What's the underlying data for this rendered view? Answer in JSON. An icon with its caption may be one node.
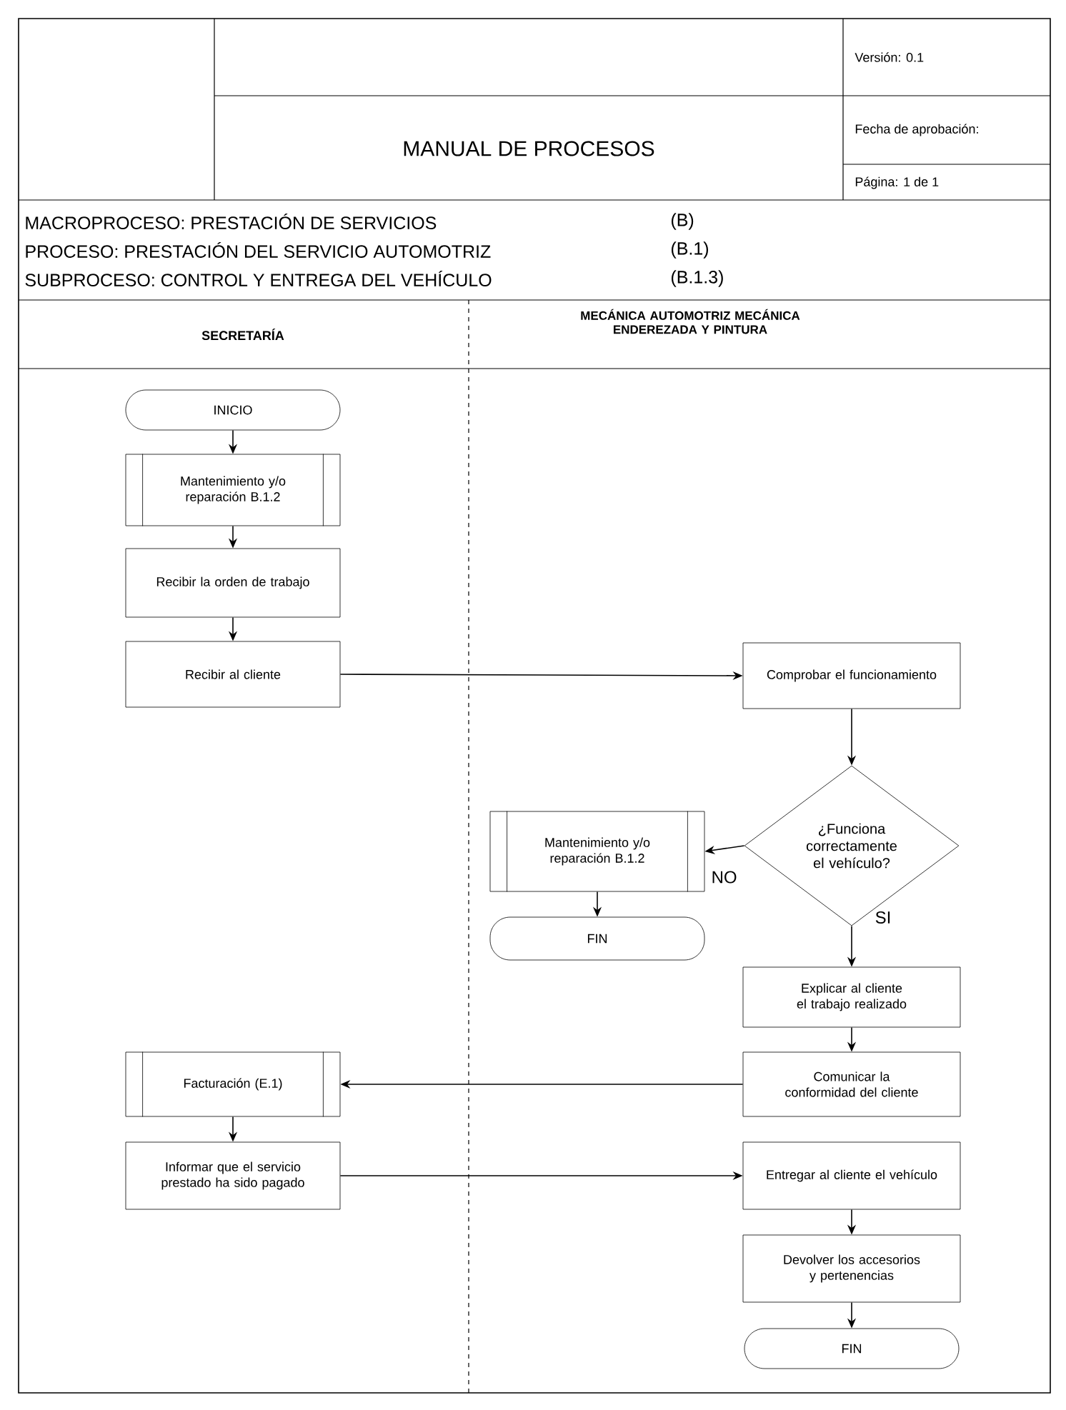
{
  "diagram": {
    "title": "MANUAL DE PROCESOS",
    "nodes": [
      {
        "text": [
          "INICIO"
        ]
      },
      {
        "text": [
          "Mantenimiento y/o reparación B.1.2"
        ]
      },
      {
        "text": [
          "Recibir la orden de trabajo"
        ]
      },
      {
        "text": [
          "Recibir al cliente"
        ]
      },
      {
        "text": [
          "Comprobar el funcionamiento"
        ]
      },
      {
        "text": [
          "¿Funciona correctamente el vehículo?"
        ]
      },
      {
        "text": [
          "Mantenimiento y/o reparación B.1.2"
        ]
      },
      {
        "text": [
          "FIN"
        ]
      },
      {
        "text": [
          "Explicar al cliente el trabajo realizado"
        ]
      },
      {
        "text": [
          "Comunicar la conformidad del cliente"
        ]
      },
      {
        "text": [
          "Facturación (E.1)"
        ]
      },
      {
        "text": [
          "Informar que el servicio prestado ha sido pagado"
        ]
      },
      {
        "text": [
          "Entregar al cliente el vehículo"
        ]
      },
      {
        "text": [
          "Devolver los accesorios y pertenencias"
        ]
      },
      {
        "text": [
          "FIN"
        ]
      }
    ],
    "edges": [
      {
        "from": 0,
        "to": 1,
        "arrow": "to"
      },
      {
        "from": 1,
        "to": 2,
        "arrow": "to"
      },
      {
        "from": 2,
        "to": 3,
        "arrow": "to"
      },
      {
        "from": 3,
        "to": 4,
        "arrow": "to"
      },
      {
        "from": 4,
        "to": 5,
        "arrow": "to"
      },
      {
        "from": 5,
        "to": 6,
        "arrow": "to",
        "label": "NO"
      },
      {
        "from": 6,
        "to": 7,
        "arrow": "to"
      },
      {
        "from": 5,
        "to": 8,
        "arrow": "to",
        "label": "SI"
      },
      {
        "from": 8,
        "to": 9,
        "arrow": "to"
      },
      {
        "from": 9,
        "to": 10,
        "arrow": "to"
      },
      {
        "from": 10,
        "to": 11,
        "arrow": "to"
      },
      {
        "from": 11,
        "to": 12,
        "arrow": "to"
      },
      {
        "from": 12,
        "to": 13,
        "arrow": "to"
      },
      {
        "from": 13,
        "to": 14,
        "arrow": "to"
      }
    ],
    "labels": [
      "Versión: 0.1",
      "Fecha de aprobación:",
      "Página: 1 de 1",
      "MACROPROCESO: PRESTACIÓN DE SERVICIOS",
      "(B)",
      "PROCESO: PRESTACIÓN DEL SERVICIO AUTOMOTRIZ",
      "(B.1)",
      "SUBPROCESO: CONTROL Y ENTREGA  DEL VEHÍCULO",
      "(B.1.3)",
      "SECRETARÍA",
      "MECÁNICA AUTOMOTRIZ MECÁNICA ENDEREZADA Y PINTURA"
    ]
  }
}
